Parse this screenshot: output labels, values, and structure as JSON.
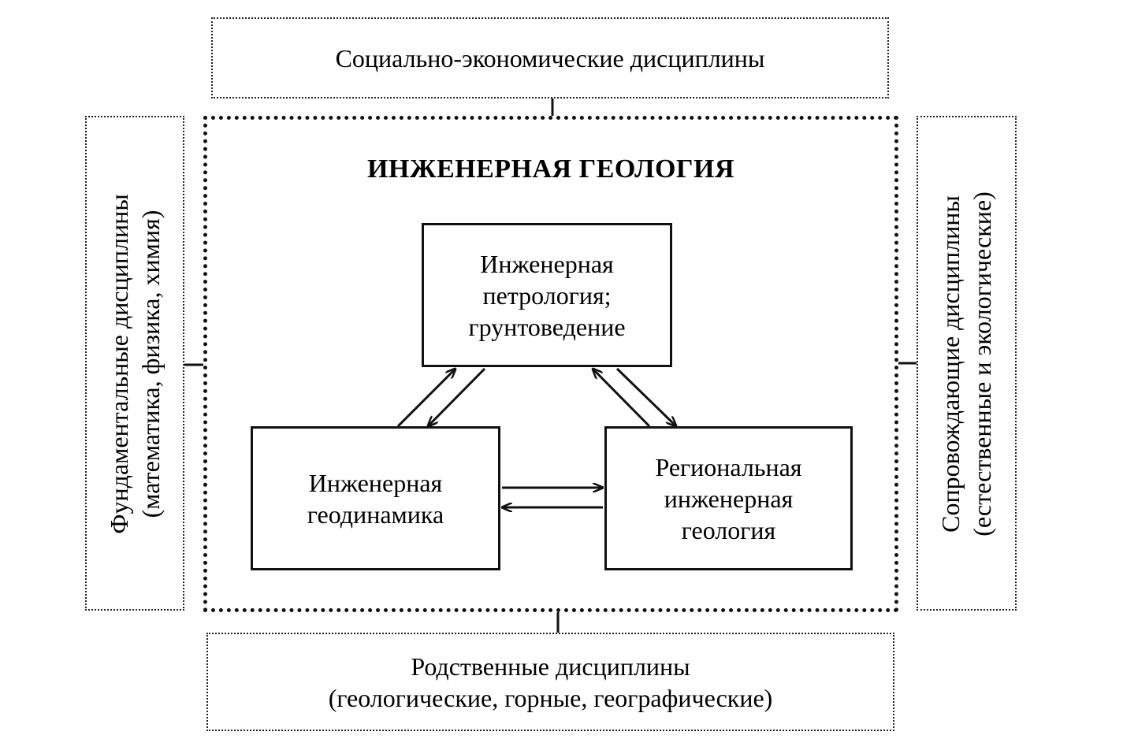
{
  "top_box": {
    "text": "Социально-экономические дисциплины"
  },
  "main": {
    "title": "ИНЖЕНЕРНАЯ ГЕОЛОГИЯ",
    "petrology": {
      "line1": "Инженерная",
      "line2": "петрология;",
      "line3": "грунтоведение"
    },
    "geodynamics": {
      "line1": "Инженерная",
      "line2": "геодинамика"
    },
    "regional": {
      "line1": "Региональная",
      "line2": "инженерная",
      "line3": "геология"
    }
  },
  "left_box": {
    "line1": "Фундаментальные дисциплины",
    "line2": "(математика, физика, химия)"
  },
  "right_box": {
    "line1": "Сопровождающие дисциплины",
    "line2": "(естественные и экологические)"
  },
  "bottom_box": {
    "line1": "Родственные дисциплины",
    "line2": "(геологические, горные, географические)"
  }
}
